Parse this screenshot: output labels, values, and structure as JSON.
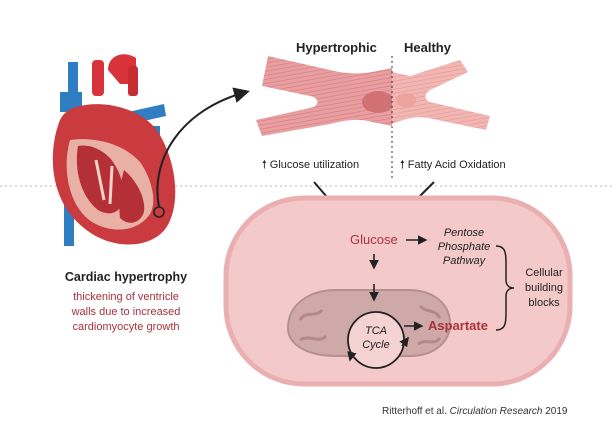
{
  "title_hypertrophic": "Hypertrophic",
  "title_healthy": "Healthy",
  "label_glucose_utilization": "Glucose utilization",
  "label_fatty_acid_oxidation": "Fatty Acid Oxidation",
  "arrow_up_glyph": "🠕",
  "node_glucose": "Glucose",
  "pathway_line1": "Pentose",
  "pathway_line2": "Phosphate",
  "pathway_line3": "Pathway",
  "blocks_line1": "Cellular",
  "blocks_line2": "building",
  "blocks_line3": "blocks",
  "tca_line1": "TCA",
  "tca_line2": "Cycle",
  "node_aspartate": "Aspartate",
  "heart_title": "Cardiac hypertrophy",
  "heart_desc_line1": "thickening of ventricle",
  "heart_desc_line2": "walls due to increased",
  "heart_desc_line3": "cardiomyocyte growth",
  "citation_authors": "Ritterhoff et al.",
  "citation_journal": "Circulation Research",
  "citation_year": "2019",
  "colors": {
    "accent_red": "#a8323c",
    "cell_fill": "#f3c7c8",
    "cell_stroke": "#e8a5a8",
    "mito_fill": "#cfa9a8"
  }
}
